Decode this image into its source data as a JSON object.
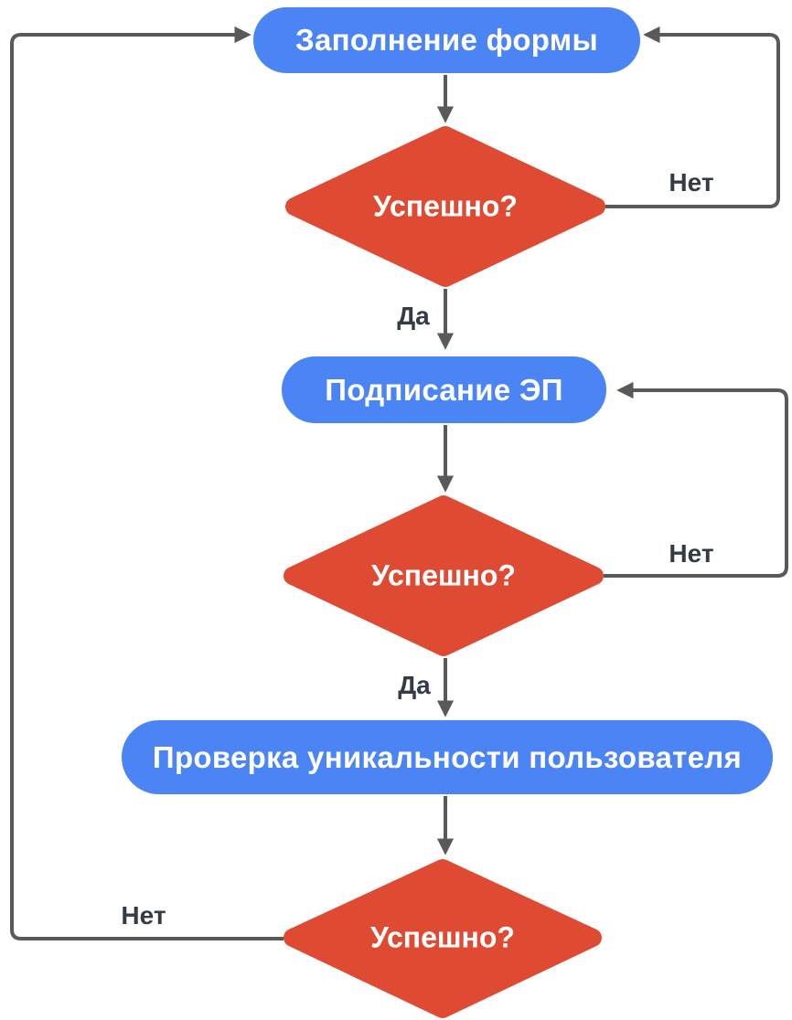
{
  "flowchart": {
    "nodes": [
      {
        "id": "fill-form",
        "type": "process",
        "label": "Заполнение формы"
      },
      {
        "id": "decision-1",
        "type": "decision",
        "label": "Успешно?"
      },
      {
        "id": "sign-ep",
        "type": "process",
        "label": "Подписание ЭП"
      },
      {
        "id": "decision-2",
        "type": "decision",
        "label": "Успешно?"
      },
      {
        "id": "check-uniqueness",
        "type": "process",
        "label": "Проверка уникальности пользователя"
      },
      {
        "id": "decision-3",
        "type": "decision",
        "label": "Успешно?"
      }
    ],
    "edges": [
      {
        "from": "fill-form",
        "to": "decision-1",
        "label": ""
      },
      {
        "from": "decision-1",
        "to": "fill-form",
        "label": "Нет"
      },
      {
        "from": "decision-1",
        "to": "sign-ep",
        "label": "Да"
      },
      {
        "from": "sign-ep",
        "to": "decision-2",
        "label": ""
      },
      {
        "from": "decision-2",
        "to": "sign-ep",
        "label": "Нет"
      },
      {
        "from": "decision-2",
        "to": "check-uniqueness",
        "label": "Да"
      },
      {
        "from": "check-uniqueness",
        "to": "decision-3",
        "label": ""
      },
      {
        "from": "decision-3",
        "to": "fill-form",
        "label": "Нет"
      }
    ],
    "colors": {
      "process_fill": "#4B84F4",
      "decision_fill": "#DE4B32",
      "connector": "#595959",
      "edge_label_text": "#343B47",
      "shape_text": "#FFFFFF",
      "background": "#FFFFFF"
    }
  }
}
